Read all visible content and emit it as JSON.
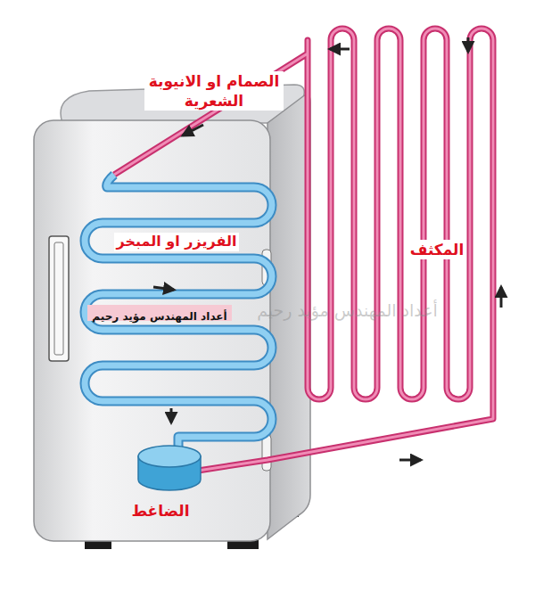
{
  "diagram": {
    "nodes": [
      {
        "text": [
          "أعداد المهندس مؤيد رحيم"
        ]
      }
    ],
    "labels": [
      "الصمام او الانيوبة الشعرية",
      "الفريزر او المبخر",
      "المكثف",
      "أعداد المهندس مؤيد رحيم",
      "الضاغط"
    ]
  }
}
